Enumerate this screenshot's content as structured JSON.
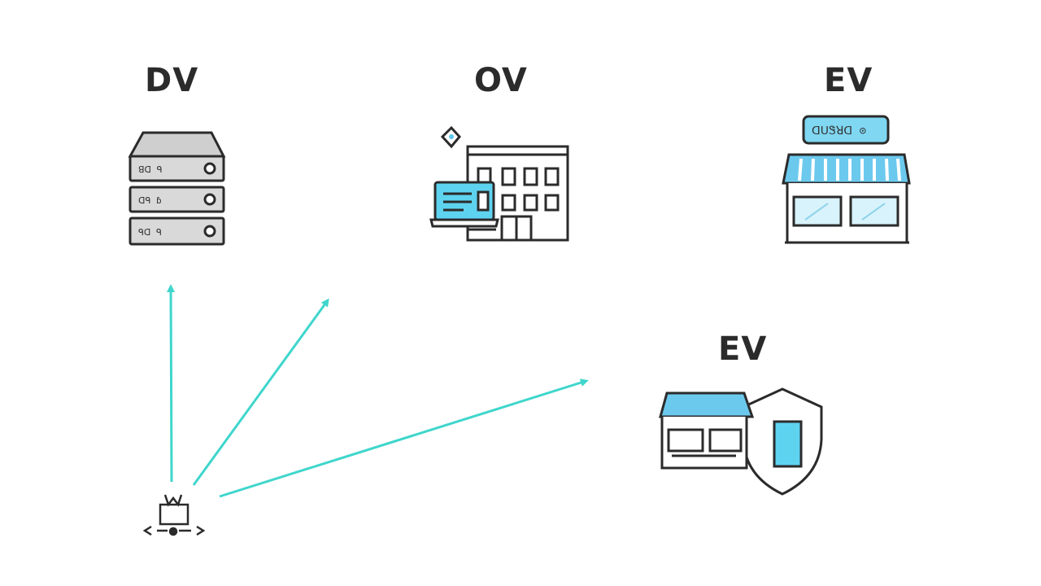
{
  "labels": {
    "dv": "DV",
    "ov": "OV",
    "ev_top": "EV",
    "ev_bottom": "EV"
  },
  "server_rack": {
    "units": [
      "ꓭᗡ ᑫ",
      "ᗡᑫ ɓ",
      "ᑫᗡ ᑫ"
    ]
  },
  "storefront": {
    "sign": "ꓷᑌᏕꓤᗡ ⊙"
  },
  "icons": {
    "dv": "server-rack-icon",
    "ov": "office-building-icon",
    "ev_top": "storefront-icon",
    "ev_bottom": "shield-store-icon",
    "origin": "robot-user-icon"
  },
  "colors": {
    "arrow": "#3fd6cc",
    "accent": "#5bc8ec",
    "stroke": "#2b2b2b"
  }
}
